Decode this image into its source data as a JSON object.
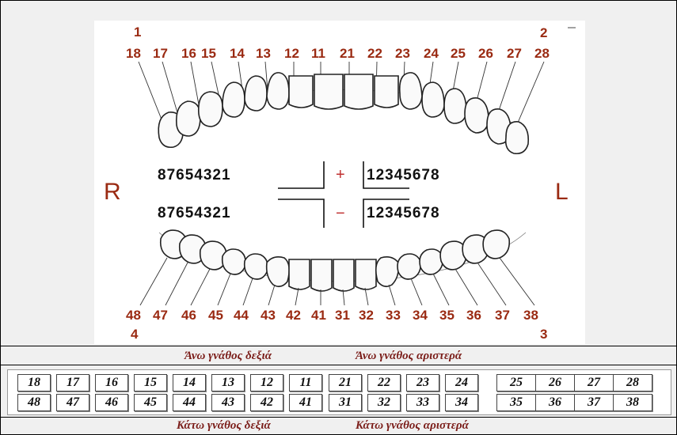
{
  "diagram": {
    "quadrant_upper_right": "1",
    "quadrant_upper_left": "2",
    "quadrant_lower_left": "3",
    "quadrant_lower_right": "4",
    "side_right": "R",
    "side_left": "L",
    "plus_sign": "+",
    "minus_sign": "−",
    "upper_numbers": [
      "18",
      "17",
      "16",
      "15",
      "14",
      "13",
      "12",
      "11",
      "21",
      "22",
      "23",
      "24",
      "25",
      "26",
      "27",
      "28"
    ],
    "lower_numbers": [
      "48",
      "47",
      "46",
      "45",
      "44",
      "43",
      "42",
      "41",
      "31",
      "32",
      "33",
      "34",
      "35",
      "36",
      "37",
      "38"
    ],
    "mid_upper_right": "87654321",
    "mid_upper_left": "12345678",
    "mid_lower_right": "87654321",
    "mid_lower_left": "12345678"
  },
  "headers": {
    "upper_right": "Άνω γνάθος δεξιά",
    "upper_left": "Άνω γνάθος αριστερά",
    "lower_right": "Κάτω γνάθος δεξιά",
    "lower_left": "Κάτω γνάθος αριστερά"
  },
  "tooth_buttons": {
    "upper": [
      "18",
      "17",
      "16",
      "15",
      "14",
      "13",
      "12",
      "11",
      "21",
      "22",
      "23",
      "24",
      "25",
      "26",
      "27",
      "28"
    ],
    "lower": [
      "48",
      "47",
      "46",
      "45",
      "44",
      "43",
      "42",
      "41",
      "31",
      "32",
      "33",
      "34",
      "35",
      "36",
      "37",
      "38"
    ]
  }
}
